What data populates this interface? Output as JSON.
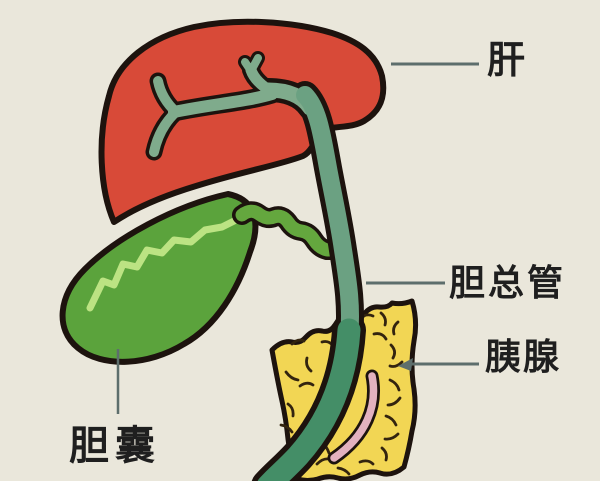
{
  "labels": {
    "liver": "肝",
    "common_bile_duct": "胆总管",
    "pancreas": "胰腺",
    "gallbladder": "胆囊"
  },
  "colors": {
    "background": "#EAE7DB",
    "outline": "#1D130E",
    "liver": "#D84A38",
    "hepatic_ducts": "#7FAB8C",
    "bile_duct_upper": "#6BA182",
    "bile_duct_lower": "#448E67",
    "gallbladder": "#5BA33C",
    "gallbladder_highlight": "#BCE383",
    "cystic_duct": "#64A73E",
    "pancreas": "#F2D654",
    "pancreas_texture": "#33240F",
    "pancreatic_duct": "#E3B2BF",
    "leader_line": "#5D6E6C",
    "text": "#1F1F1F"
  }
}
